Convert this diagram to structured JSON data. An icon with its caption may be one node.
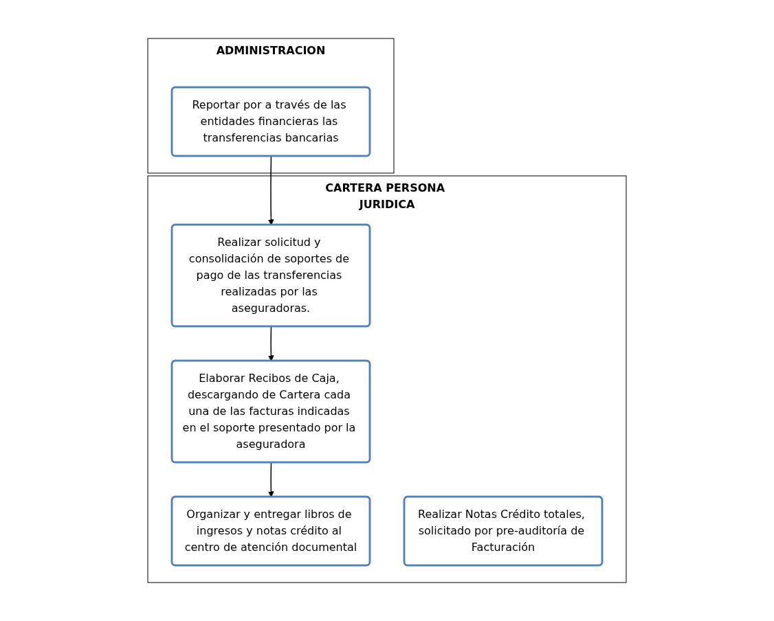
{
  "diagram": {
    "nodes": [
      {
        "text": [
          "ADMINISTRACION"
        ]
      },
      {
        "text": [
          "Reportar por a través de las entidades financieras las transferencias bancarias"
        ],
        "in": 0
      },
      {
        "text": [
          "CARTERA PERSONA JURIDICA"
        ]
      },
      {
        "text": [
          "Realizar solicitud y consolidación de soportes de pago de las transferencias realizadas por las aseguradoras."
        ],
        "in": 2
      },
      {
        "text": [
          "Elaborar Recibos de Caja, descargando de Cartera cada una de las facturas indicadas en el soporte presentado por la aseguradora"
        ],
        "in": 2
      },
      {
        "text": [
          "Organizar y entregar libros de ingresos y notas crédito al centro de atención documental"
        ],
        "in": 2
      },
      {
        "text": [
          "Realizar Notas Crédito totales, solicitado por pre-auditoría de Facturación"
        ],
        "in": 2
      }
    ],
    "edges": [
      {
        "from": 1,
        "to": 3,
        "arrow": "to"
      },
      {
        "from": 3,
        "to": 4,
        "arrow": "to"
      },
      {
        "from": 4,
        "to": 5,
        "arrow": "to"
      }
    ]
  }
}
